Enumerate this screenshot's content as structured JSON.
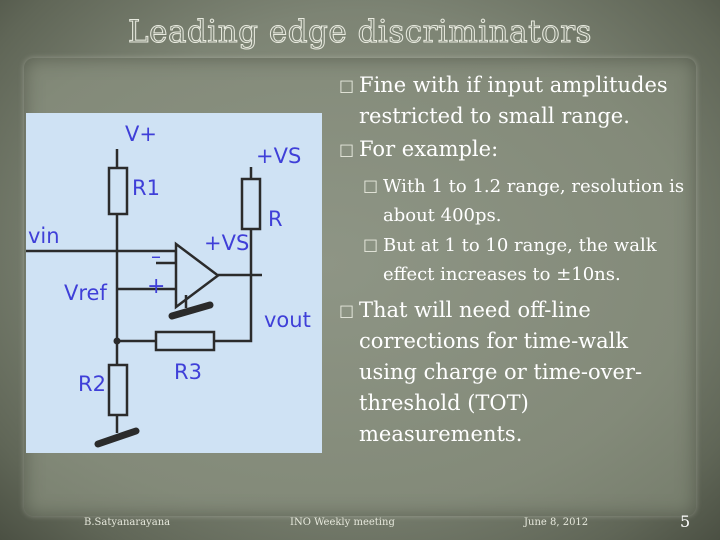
{
  "slide": {
    "title": "Leading edge discriminators",
    "bullet_marker": "□",
    "bullets": [
      {
        "text": "Fine with if input amplitudes restricted to small range."
      },
      {
        "text": "For example:"
      },
      {
        "text": "With 1 to 1.2 range, resolution is about 400ps."
      },
      {
        "text": "But at 1 to 10 range, the walk effect increases to ±10ns."
      },
      {
        "text": "That will need off-line corrections for time-walk using charge or time-over-threshold (TOT) measurements."
      }
    ],
    "footer": {
      "author": "B.Satyanarayana",
      "event": "INO Weekly meeting",
      "date": "June 8, 2012",
      "page": "5"
    }
  },
  "circuit": {
    "labels": {
      "vplus": "V+",
      "plus_vs_top": "+VS",
      "r1": "R1",
      "r": "R",
      "vin": "vin",
      "plus_vs_amp": "+VS",
      "vref": "Vref",
      "vout": "vout",
      "r3": "R3",
      "r2": "R2",
      "minus": "–",
      "plus": "+"
    },
    "colors": {
      "wire": "#2b2b2b",
      "label": "#3f3fd8",
      "background": "#cfe2f4"
    }
  }
}
